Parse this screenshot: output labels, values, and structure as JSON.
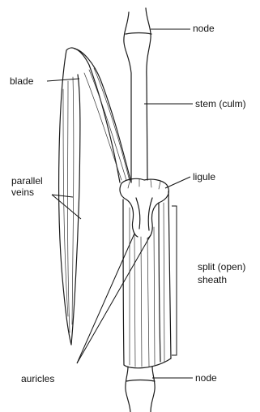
{
  "labels": {
    "node_top": "node",
    "blade": "blade",
    "stem": "stem (culm)",
    "parallel": "parallel",
    "veins": "veins",
    "ligule": "ligule",
    "split_1": "split (open)",
    "split_2": "sheath",
    "auricles": "auricles",
    "node_bottom": "node"
  },
  "colors": {
    "ink": "#1a1a1a",
    "background": "#ffffff"
  }
}
